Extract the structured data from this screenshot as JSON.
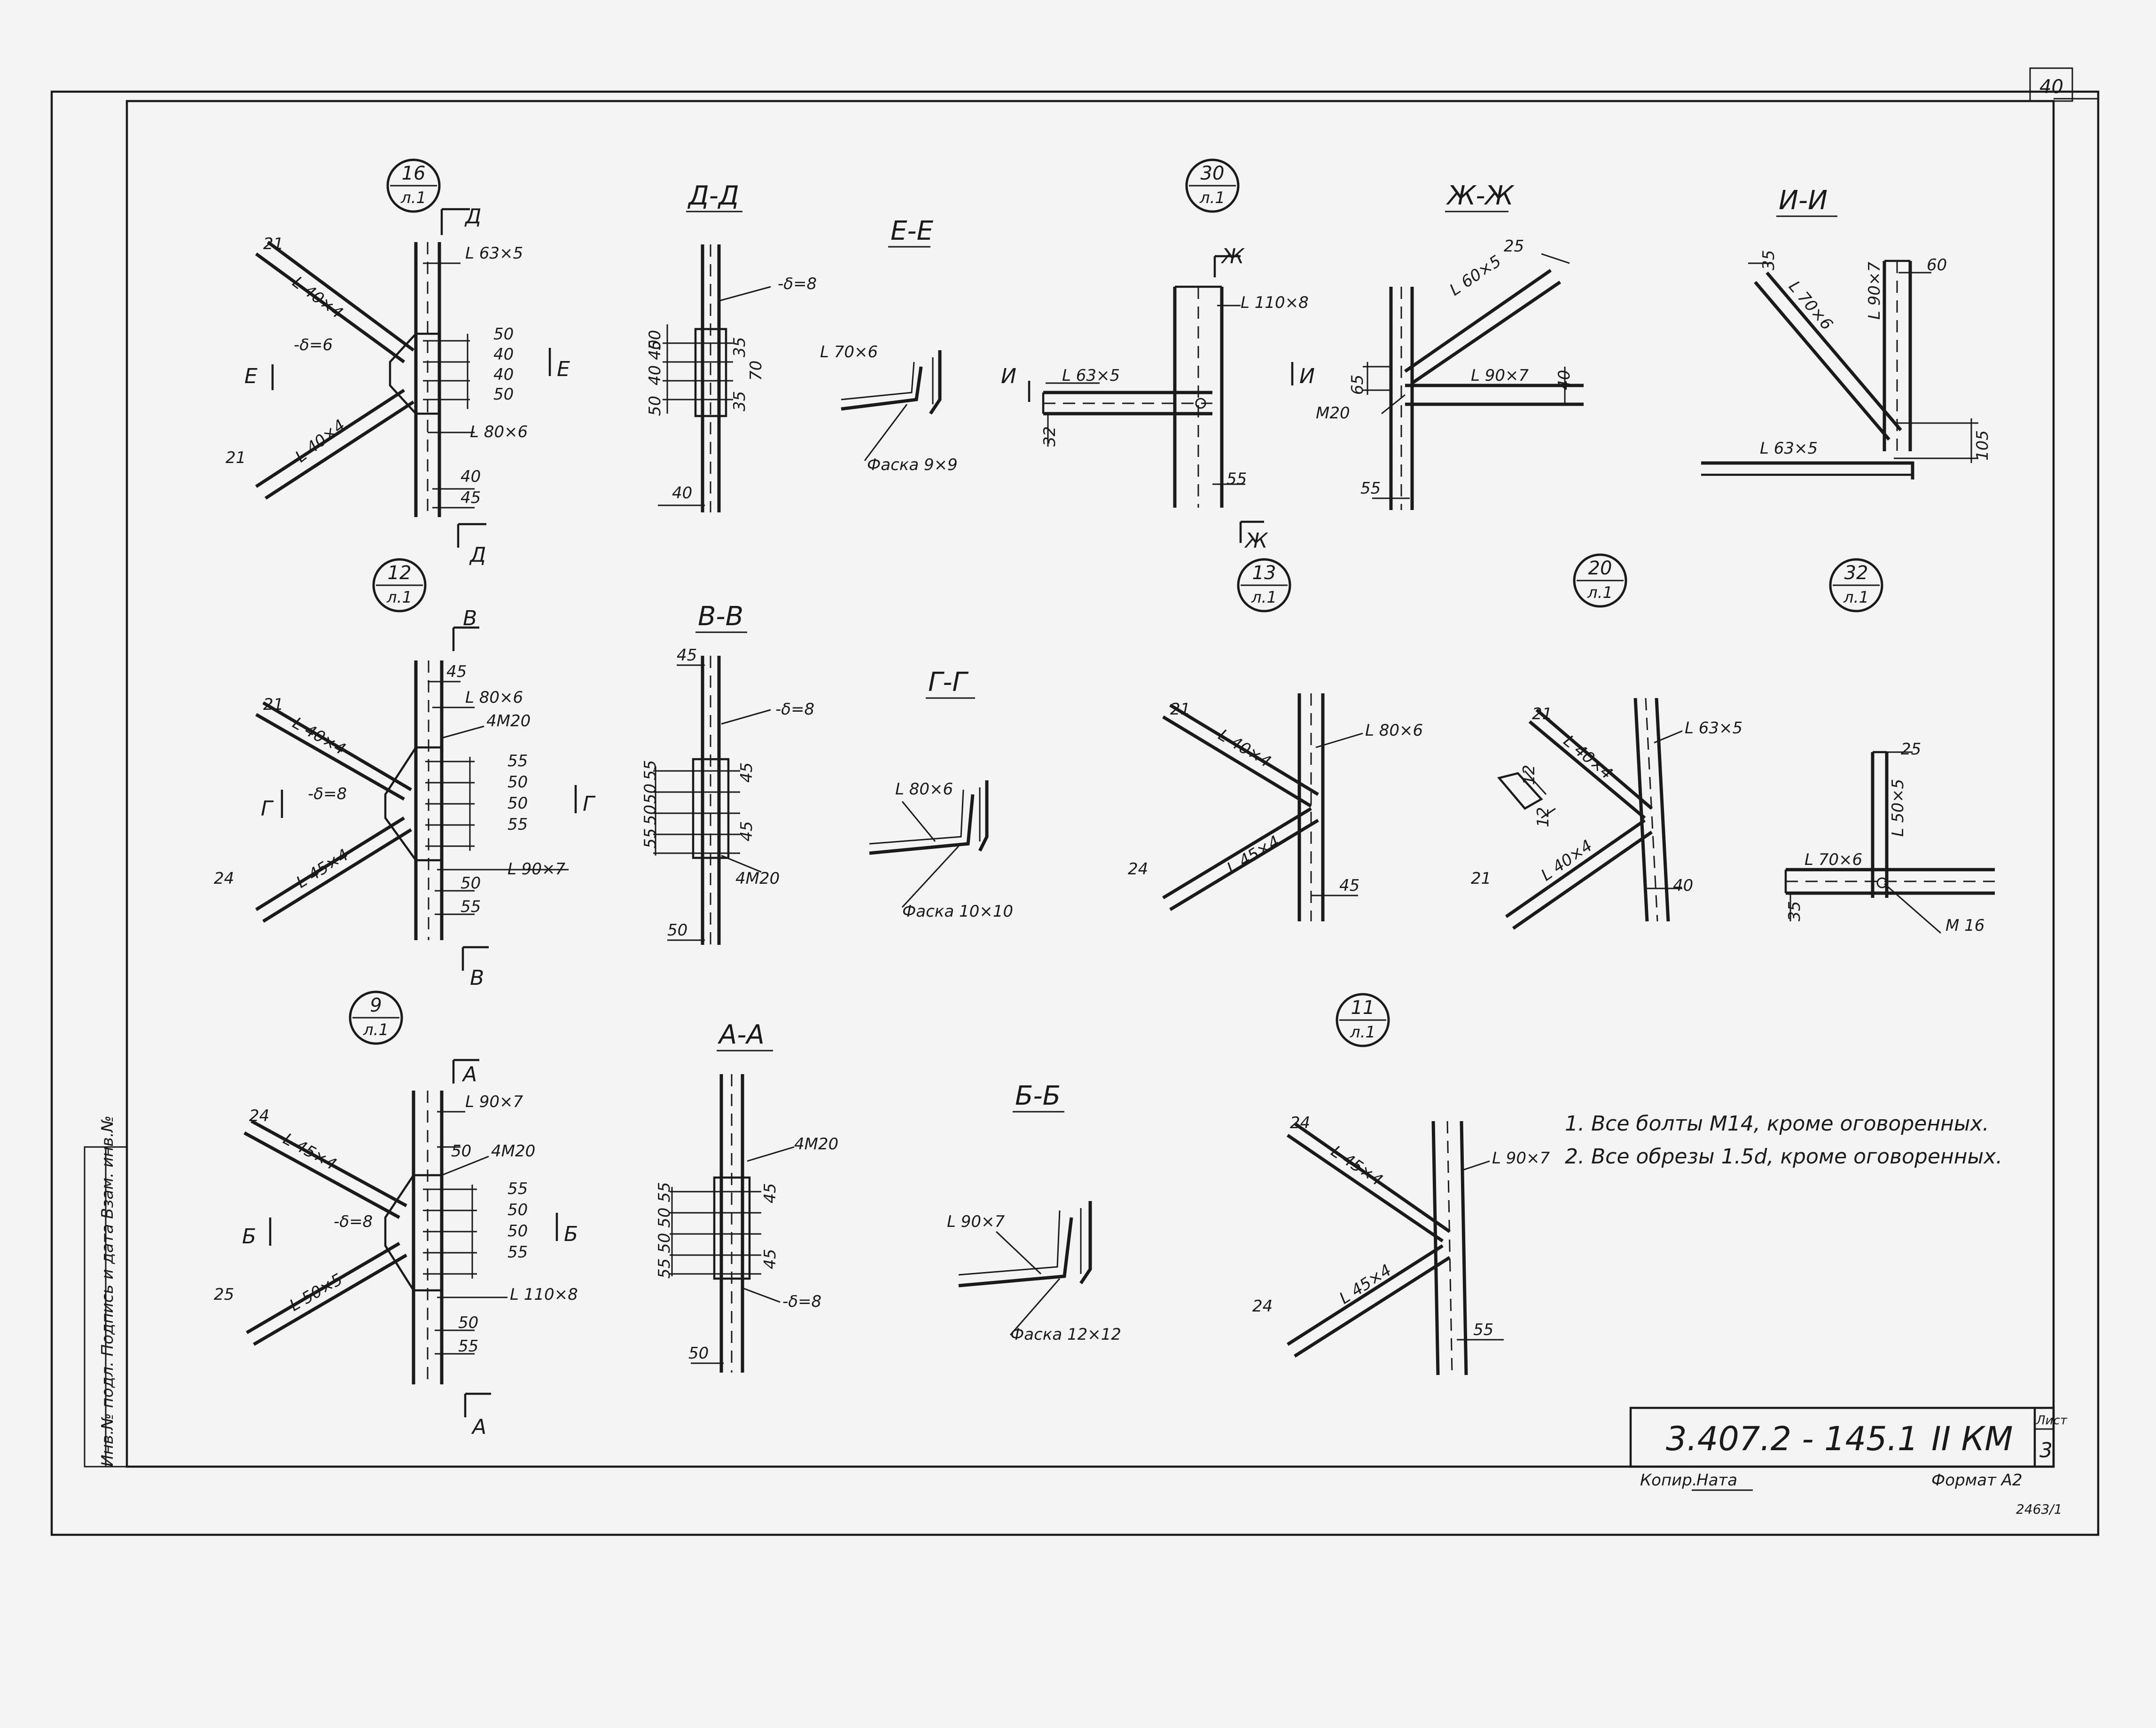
{
  "corner_mark": "40",
  "callouts": [
    {
      "num": "16",
      "sheet": "л.1"
    },
    {
      "num": "30",
      "sheet": "л.1"
    },
    {
      "num": "12",
      "sheet": "л.1"
    },
    {
      "num": "13",
      "sheet": "л.1"
    },
    {
      "num": "20",
      "sheet": "л.1"
    },
    {
      "num": "32",
      "sheet": "л.1"
    },
    {
      "num": "9",
      "sheet": "л.1"
    },
    {
      "num": "11",
      "sheet": "л.1"
    }
  ],
  "sections": {
    "dd": "Д-Д",
    "ee": "Е-Е",
    "zhzh": "Ж-Ж",
    "ii": "И-И",
    "vv": "В-В",
    "gg": "Г-Г",
    "aa": "А-А",
    "bb": "Б-Б"
  },
  "cut_letters": {
    "d": "Д",
    "e": "Е",
    "zh": "Ж",
    "i": "И",
    "v": "В",
    "g": "Г",
    "a": "А",
    "b": "Б"
  },
  "node16": {
    "top_brace": "L 40×4",
    "bot_brace": "L 40×4",
    "col_top": "L 63×5",
    "col_bot": "L 80×6",
    "plate": "-δ=6",
    "d1": "21",
    "d2": "21",
    "d3": "40",
    "d4": "45",
    "pitch": [
      "50",
      "40",
      "40",
      "50"
    ]
  },
  "dd_view": {
    "plate": "-δ=8",
    "left": [
      "50",
      "40 40",
      "50"
    ],
    "right": [
      "35",
      "70",
      "35"
    ],
    "bottom": "40"
  },
  "ee_view": {
    "angle": "L 70×6",
    "chamfer": "Фаска 9×9"
  },
  "node30": {
    "col": "L 110×8",
    "beam": "L 63×5",
    "d1": "32",
    "d2": "55"
  },
  "zhzh_view": {
    "brace": "L 60×5",
    "beam": "L 90×7",
    "bolt": "M20",
    "d1": "25",
    "d2": "40",
    "d3": "65",
    "d4": "55"
  },
  "ii_view": {
    "brace": "L 70×6",
    "col": "L 90×7",
    "beam": "L 63×5",
    "d1": "35",
    "d2": "60",
    "d3": "105"
  },
  "node12": {
    "top_brace": "L 40×4",
    "bot_brace": "L 45×4",
    "col_top": "L 80×6",
    "col_bot": "L 90×7",
    "bolts": "4M20",
    "plate": "-δ=8",
    "d1": "21",
    "d2": "24",
    "d3": "45",
    "d4": "50",
    "d5": "55",
    "pitch": [
      "55",
      "50",
      "50",
      "55"
    ]
  },
  "vv_view": {
    "plate": "-δ=8",
    "bolts": "4M20",
    "left": [
      "55",
      "50",
      "50",
      "55"
    ],
    "right": [
      "45",
      "45"
    ],
    "top": "45",
    "bottom": "50"
  },
  "gg_view": {
    "angle": "L 80×6",
    "chamfer": "Фаска 10×10"
  },
  "node13": {
    "col": "L 80×6",
    "top_brace": "L 40×4",
    "bot_brace": "L 45×4",
    "d1": "21",
    "d2": "24",
    "d3": "45"
  },
  "node20": {
    "col": "L 63×5",
    "top_brace": "L 40×4",
    "bot_brace": "L 40×4",
    "d1": "21",
    "d2": "21",
    "d3": "12",
    "d4": "12",
    "d5": "40"
  },
  "node32": {
    "post": "L 50×5",
    "beam": "L 70×6",
    "bolt": "M 16",
    "d1": "25",
    "d2": "35"
  },
  "node9": {
    "top_brace": "L 45×4",
    "bot_brace": "L 50×5",
    "col_top": "L 90×7",
    "col_bot": "L 110×8",
    "bolts": "4M20",
    "plate": "-δ=8",
    "d1": "24",
    "d2": "25",
    "d3": "50",
    "d4": "50",
    "d5": "55",
    "pitch": [
      "55",
      "50",
      "50",
      "55"
    ]
  },
  "aa_view": {
    "bolts": "4M20",
    "plate": "-δ=8",
    "left": "55 50 50 55",
    "right": [
      "45",
      "45"
    ],
    "bottom": "50"
  },
  "bb_view": {
    "angle": "L 90×7",
    "chamfer": "Фаска 12×12"
  },
  "node11": {
    "col": "L 90×7",
    "top_brace": "L 45×4",
    "bot_brace": "L 45×4",
    "d1": "24",
    "d2": "24",
    "d3": "55"
  },
  "notes": [
    "1. Все болты М14, кроме оговоренных.",
    "2. Все обрезы 1.5d, кроме оговоренных."
  ],
  "stamp": {
    "code": "3.407.2 - 145.1",
    "mark": "II КМ",
    "sheet_label": "Лист",
    "sheet_num": "3",
    "copied_label": "Копир.",
    "copied_sign": "Ната",
    "format": "Формат А2",
    "order": "2463/1"
  },
  "side_stamp": "Инв.№ подл. Подпись и дата Взам. инв.№"
}
